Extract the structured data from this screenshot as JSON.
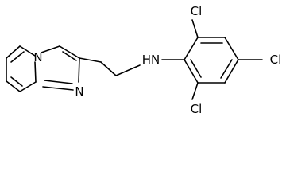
{
  "molecule": {
    "atoms": {
      "n_bridge": "N",
      "n_ring": "N",
      "nh": "HN",
      "cl_top": "Cl",
      "cl_right": "Cl",
      "cl_bottom": "Cl"
    }
  }
}
